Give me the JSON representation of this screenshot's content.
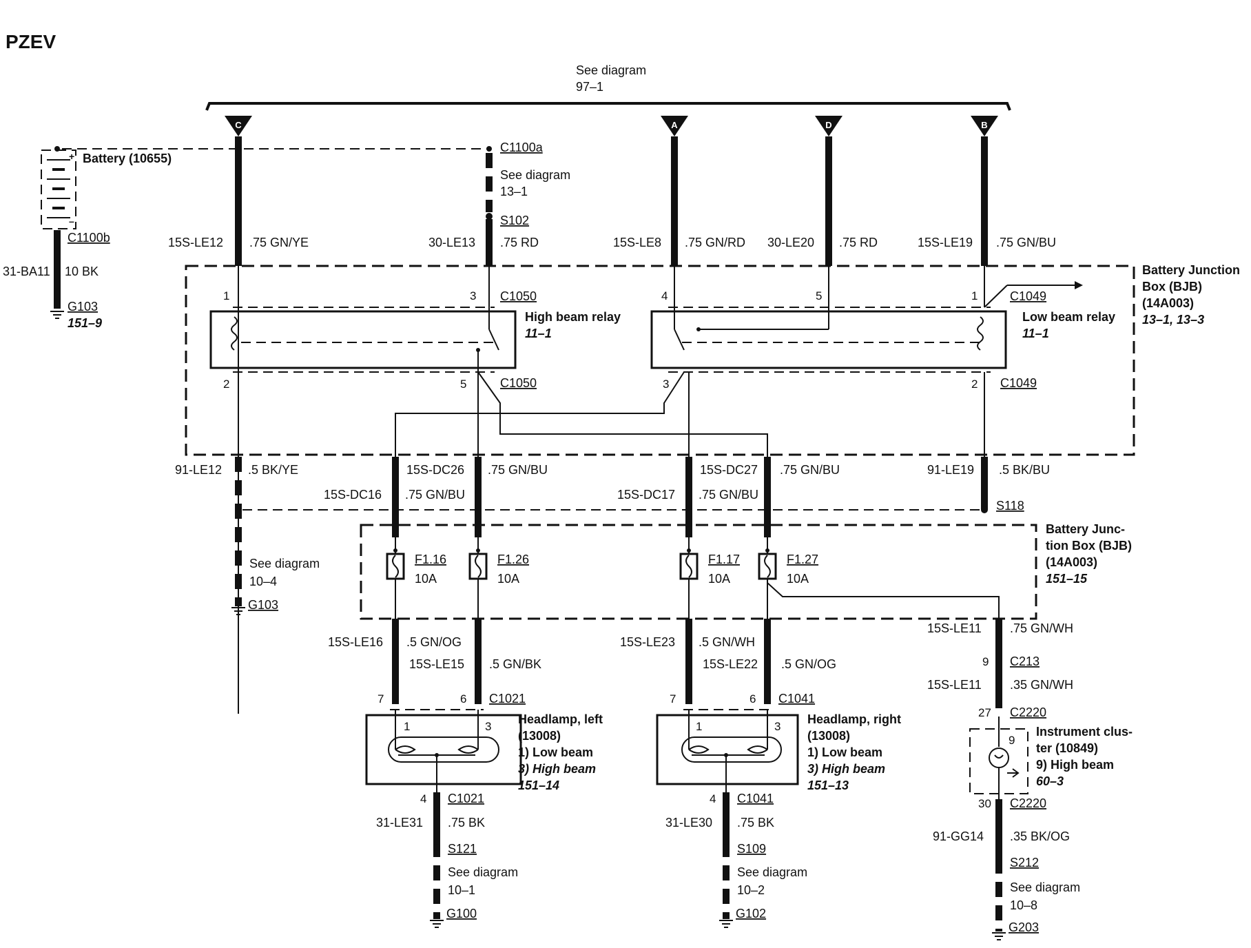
{
  "title": "PZEV",
  "top_ref": {
    "line1": "See diagram",
    "line2": "97–1"
  },
  "connectors": {
    "c": "C",
    "a": "A",
    "d": "D",
    "b": "B"
  },
  "battery": {
    "label": "Battery (10655)",
    "plus": "+",
    "minus": "–",
    "conn": "C1100b",
    "wire_circuit": "31-BA11",
    "wire_spec": "10 BK",
    "ground": "G103",
    "ground_ref": "151–9"
  },
  "c1100a": {
    "conn": "C1100a",
    "ref1": "See diagram",
    "ref2": "13–1",
    "splice": "S102"
  },
  "feeds": [
    {
      "circuit": "15S-LE12",
      "spec": ".75 GN/YE"
    },
    {
      "circuit": "30-LE13",
      "spec": ".75 RD"
    },
    {
      "circuit": "15S-LE8",
      "spec": ".75 GN/RD"
    },
    {
      "circuit": "30-LE20",
      "spec": ".75 RD"
    },
    {
      "circuit": "15S-LE19",
      "spec": ".75 GN/BU"
    }
  ],
  "bjb_top": {
    "line1": "Battery Junction",
    "line2": "Box (BJB)",
    "line3": "(14A003)",
    "ref": "13–1, 13–3"
  },
  "high_relay": {
    "label": "High beam relay",
    "ref": "11–1",
    "conn_top": "C1050",
    "conn_bot": "C1050",
    "pin1": "1",
    "pin3": "3",
    "pin2": "2",
    "pin5": "5"
  },
  "low_relay": {
    "label": "Low beam relay",
    "ref": "11–1",
    "conn_top": "C1049",
    "conn_bot": "C1049",
    "pin4": "4",
    "pin5": "5",
    "pin1": "1",
    "pin3": "3",
    "pin2": "2"
  },
  "mid_wires": [
    {
      "circuit": "91-LE12",
      "spec": ".5 BK/YE"
    },
    {
      "circuit": "15S-DC26",
      "spec": ".75 GN/BU"
    },
    {
      "circuit": "15S-DC16",
      "spec": ".75 GN/BU"
    },
    {
      "circuit": "15S-DC27",
      "spec": ".75 GN/BU"
    },
    {
      "circuit": "15S-DC17",
      "spec": ".75 GN/BU"
    },
    {
      "circuit": "91-LE19",
      "spec": ".5 BK/BU"
    }
  ],
  "s118": "S118",
  "left_ground": {
    "ref1": "See diagram",
    "ref2": "10–4",
    "ground": "G103"
  },
  "bjb_fuse": {
    "line1": "Battery Junc-",
    "line2": "tion Box (BJB)",
    "line3": "(14A003)",
    "ref": "151–15"
  },
  "fuses": [
    {
      "name": "F1.16",
      "rating": "10A"
    },
    {
      "name": "F1.26",
      "rating": "10A"
    },
    {
      "name": "F1.17",
      "rating": "10A"
    },
    {
      "name": "F1.27",
      "rating": "10A"
    }
  ],
  "lower_wires": [
    {
      "circuit": "15S-LE16",
      "spec": ".5 GN/OG"
    },
    {
      "circuit": "15S-LE15",
      "spec": ".5 GN/BK"
    },
    {
      "circuit": "15S-LE23",
      "spec": ".5 GN/WH"
    },
    {
      "circuit": "15S-LE22",
      "spec": ".5 GN/OG"
    }
  ],
  "cluster_wires": {
    "top_circuit": "15S-LE11",
    "top_spec": ".75 GN/WH",
    "pin9": "9",
    "c213": "C213",
    "mid_circuit": "15S-LE11",
    "mid_spec": ".35 GN/WH",
    "pin27": "27",
    "c2220a": "C2220",
    "pin30": "30",
    "c2220b": "C2220",
    "bot_circuit": "91-GG14",
    "bot_spec": ".35 BK/OG",
    "splice": "S212",
    "ref1": "See diagram",
    "ref2": "10–8",
    "ground": "G203"
  },
  "headlamp_left": {
    "conn": "C1021",
    "pin7": "7",
    "pin6": "6",
    "inner1": "1",
    "inner3": "3",
    "title": "Headlamp, left",
    "part": "(13008)",
    "item1": "1)  Low beam",
    "item3": "3)  High beam",
    "ref": "151–14",
    "pin4": "4",
    "conn_bot": "C1021",
    "gnd_circuit": "31-LE31",
    "gnd_spec": ".75 BK",
    "splice": "S121",
    "ref1": "See diagram",
    "ref2": "10–1",
    "ground": "G100"
  },
  "headlamp_right": {
    "conn": "C1041",
    "pin7": "7",
    "pin6": "6",
    "inner1": "1",
    "inner3": "3",
    "title": "Headlamp, right",
    "part": "(13008)",
    "item1": "1)  Low beam",
    "item3": "3)  High beam",
    "ref": "151–13",
    "pin4": "4",
    "conn_bot": "C1041",
    "gnd_circuit": "31-LE30",
    "gnd_spec": ".75 BK",
    "splice": "S109",
    "ref1": "See diagram",
    "ref2": "10–2",
    "ground": "G102"
  },
  "cluster": {
    "line1": "Instrument clus-",
    "line2": "ter (10849)",
    "item": "9)  High beam",
    "ref": "60–3",
    "pin": "9"
  }
}
